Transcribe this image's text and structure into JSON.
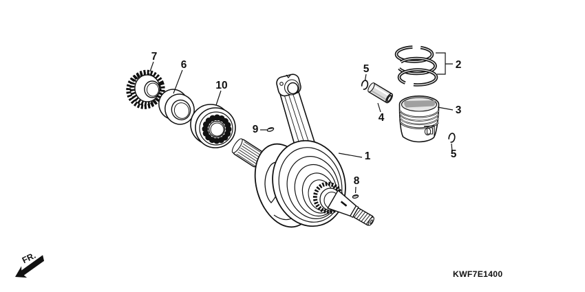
{
  "diagram": {
    "code": "KWF7E1400",
    "front_label": "FR.",
    "callouts": {
      "c1": "1",
      "c2": "2",
      "c3": "3",
      "c4": "4",
      "c5_upper": "5",
      "c5_lower": "5",
      "c6": "6",
      "c7": "7",
      "c8": "8",
      "c9": "9",
      "c10": "10"
    },
    "colors": {
      "ink": "#111111",
      "background": "#ffffff"
    }
  }
}
